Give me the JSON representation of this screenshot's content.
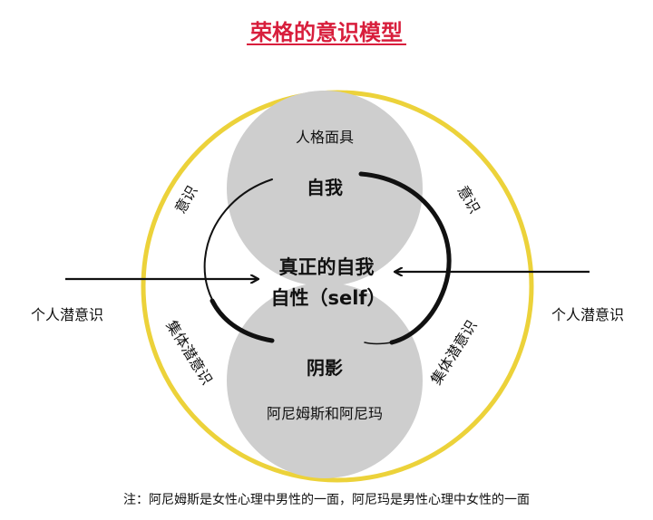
{
  "title": "荣格的意识模型",
  "labels": {
    "persona": "人格面具",
    "ego": "自我",
    "true_self": "真正的自我",
    "self": "自性（self）",
    "shadow": "阴影",
    "anima_animus": "阿尼姆斯和阿尼玛",
    "consciousness_left": "意识",
    "consciousness_right": "意识",
    "personal_unconscious_left": "个人潜意识",
    "personal_unconscious_right": "个人潜意识",
    "collective_unconscious_left": "集体潜意识",
    "collective_unconscious_right": "集体潜意识"
  },
  "footnote": "注：阿尼姆斯是女性心理中男性的一面，阿尼玛是男性心理中女性的一面",
  "colors": {
    "title": "#d81e3c",
    "outer_ring": "#ecd23a",
    "inner_circles": "#cecece",
    "arrows": "#111111"
  }
}
